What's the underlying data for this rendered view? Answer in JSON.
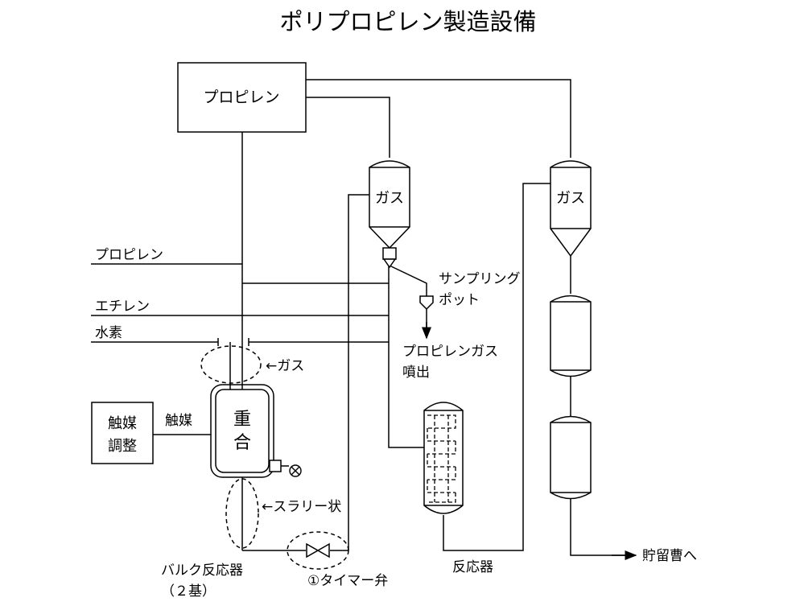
{
  "title": "ポリプロピレン製造設備",
  "labels": {
    "propylene_box": "プロピレン",
    "gas_top_1": "ガス",
    "gas_top_2": "ガス",
    "feed_propylene": "プロピレン",
    "feed_ethylene": "エチレン",
    "feed_hydrogen": "水素",
    "sampling_line1": "サンプリング",
    "sampling_line2": "ポット",
    "propylene_gas_line1": "プロピレンガス",
    "propylene_gas_line2": "噴出",
    "gas_arrow": "←ガス",
    "catalyst_prep_line1": "触媒",
    "catalyst_prep_line2": "調整",
    "catalyst": "触媒",
    "polymer_line1": "重",
    "polymer_line2": "合",
    "slurry": "←スラリー状",
    "bulk_reactor_line1": "バルク反応器",
    "bulk_reactor_line2": "（２基）",
    "timer_valve": "①タイマー弁",
    "reactor": "反応器",
    "storage": "貯留曹へ"
  }
}
